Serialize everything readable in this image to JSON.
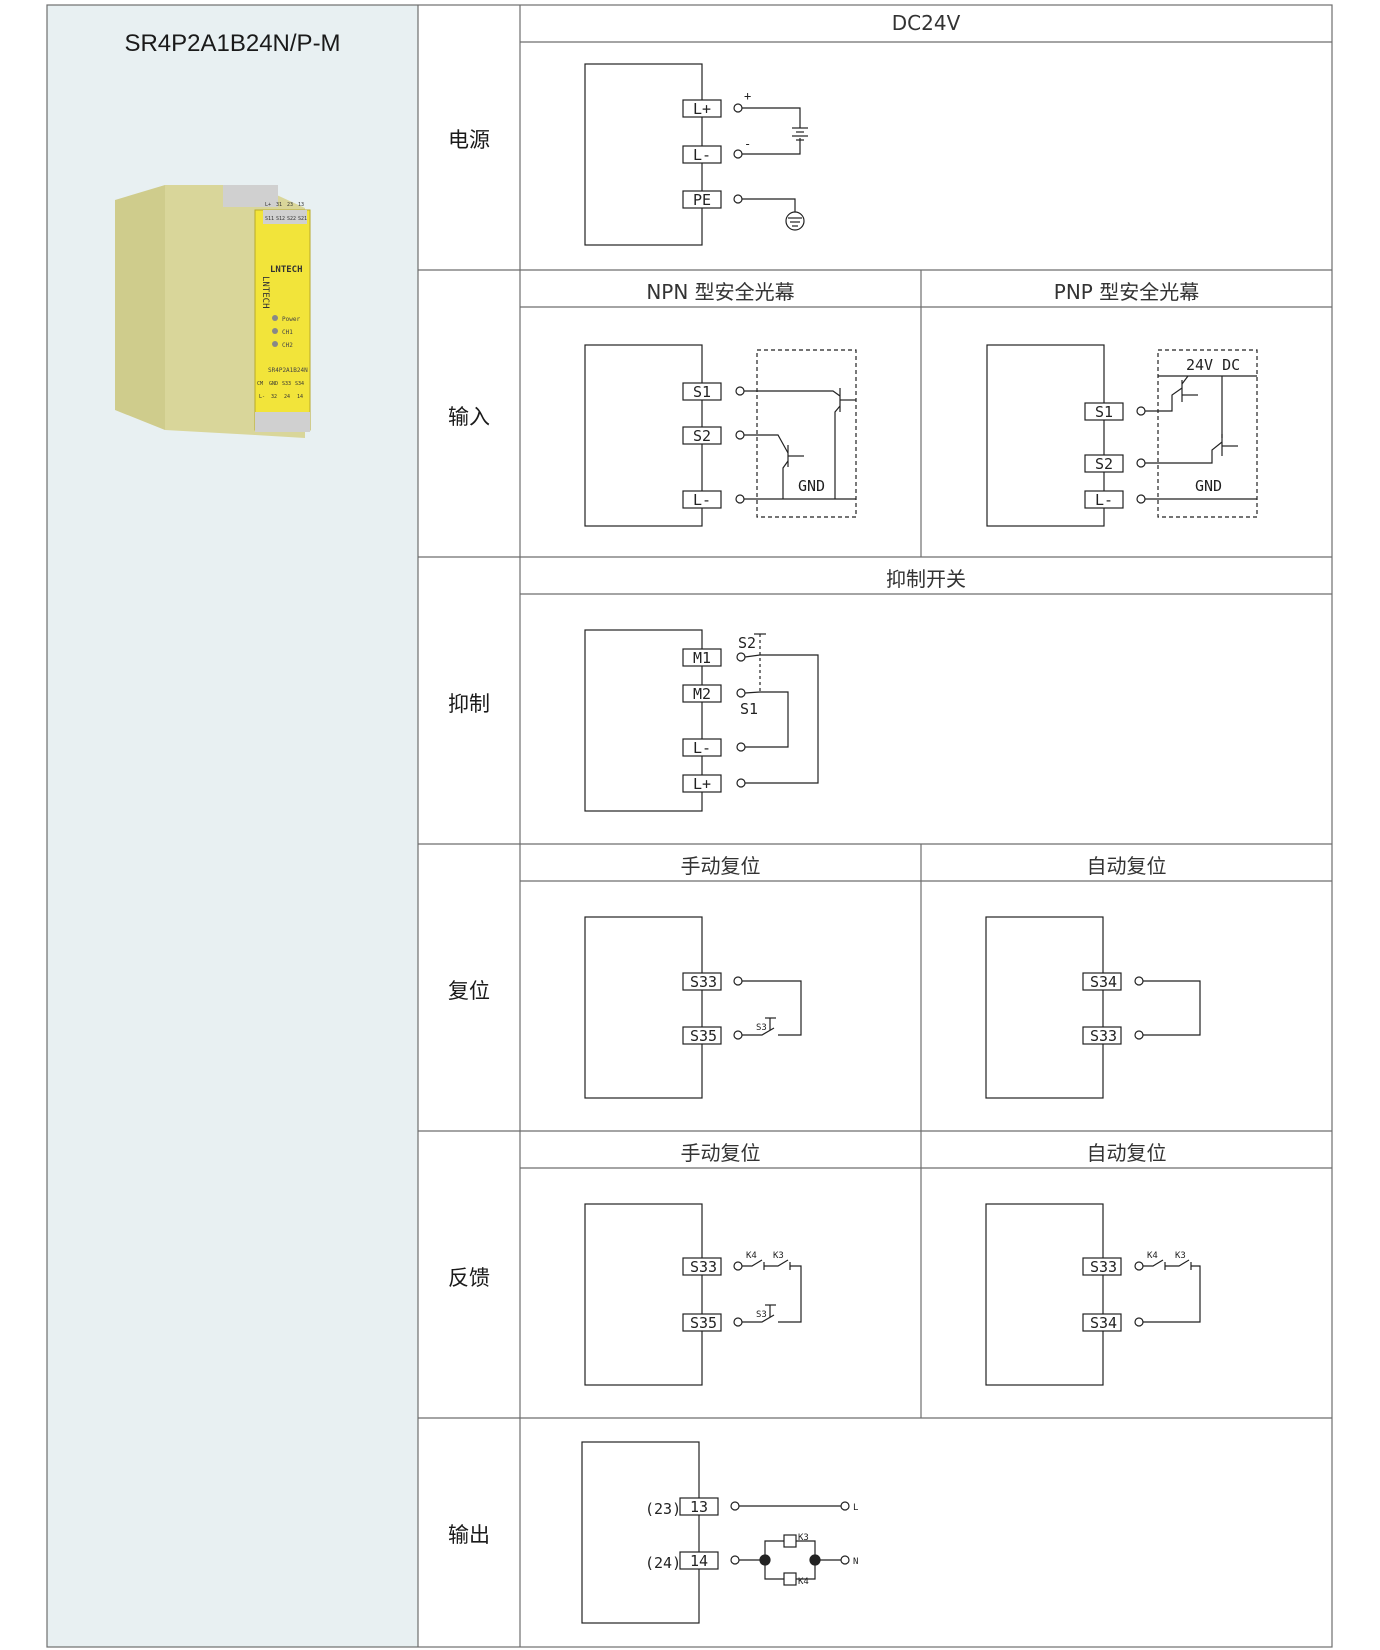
{
  "model": "SR4P2A1B24N/P-M",
  "product_image": {
    "brand": "LNTECH",
    "brand_small": "LNTECH",
    "model_label": "SR4P2A1B24N",
    "led_labels": [
      "Power",
      "CH1",
      "CH2"
    ],
    "top_terminals": [
      "L+",
      "31",
      "23",
      "13"
    ],
    "top_terminals_2": [
      "S11",
      "S12",
      "S22",
      "S21"
    ],
    "bottom_terminals": [
      "CM",
      "GND",
      "S33",
      "S34"
    ],
    "bottom_terminals_2": [
      "L-",
      "32",
      "24",
      "14"
    ],
    "colors": {
      "body": "#d9d69a",
      "front": "#f2e43a",
      "terminal": "#d0d0d0"
    }
  },
  "rows": [
    {
      "label": "电源"
    },
    {
      "label": "输入"
    },
    {
      "label": "抑制"
    },
    {
      "label": "复位"
    },
    {
      "label": "反馈"
    },
    {
      "label": "输出"
    }
  ],
  "headers": {
    "power": "DC24V",
    "npn": "NPN 型安全光幕",
    "pnp": "PNP 型安全光幕",
    "muting": "抑制开关",
    "reset_manual": "手动复位",
    "reset_auto": "自动复位",
    "feedback_manual": "手动复位",
    "feedback_auto": "自动复位"
  },
  "diagrams": {
    "power": {
      "terminals": [
        "L+",
        "L-",
        "PE"
      ],
      "plus": "+",
      "minus": "-"
    },
    "npn": {
      "terminals": [
        "S1",
        "S2",
        "L-"
      ],
      "gnd": "GND"
    },
    "pnp": {
      "terminals": [
        "S1",
        "S2",
        "L-"
      ],
      "gnd": "GND",
      "supply": "24V DC"
    },
    "muting": {
      "terminals": [
        "M1",
        "M2",
        "L-",
        "L+"
      ],
      "switches": [
        "S2",
        "S1"
      ]
    },
    "reset_manual": {
      "terminals": [
        "S33",
        "S35"
      ],
      "switch": "S3"
    },
    "reset_auto": {
      "terminals": [
        "S34",
        "S33"
      ]
    },
    "feedback_manual": {
      "terminals": [
        "S33",
        "S35"
      ],
      "contacts": [
        "K4",
        "K3"
      ],
      "switch": "S3"
    },
    "feedback_auto": {
      "terminals": [
        "S33",
        "S34"
      ],
      "contacts": [
        "K4",
        "K3"
      ]
    },
    "output": {
      "terminals": [
        "13",
        "14"
      ],
      "alt_terminals": [
        "(23)",
        "(24)"
      ],
      "line": "L",
      "neutral": "N",
      "coils": [
        "K3",
        "K4"
      ]
    }
  }
}
